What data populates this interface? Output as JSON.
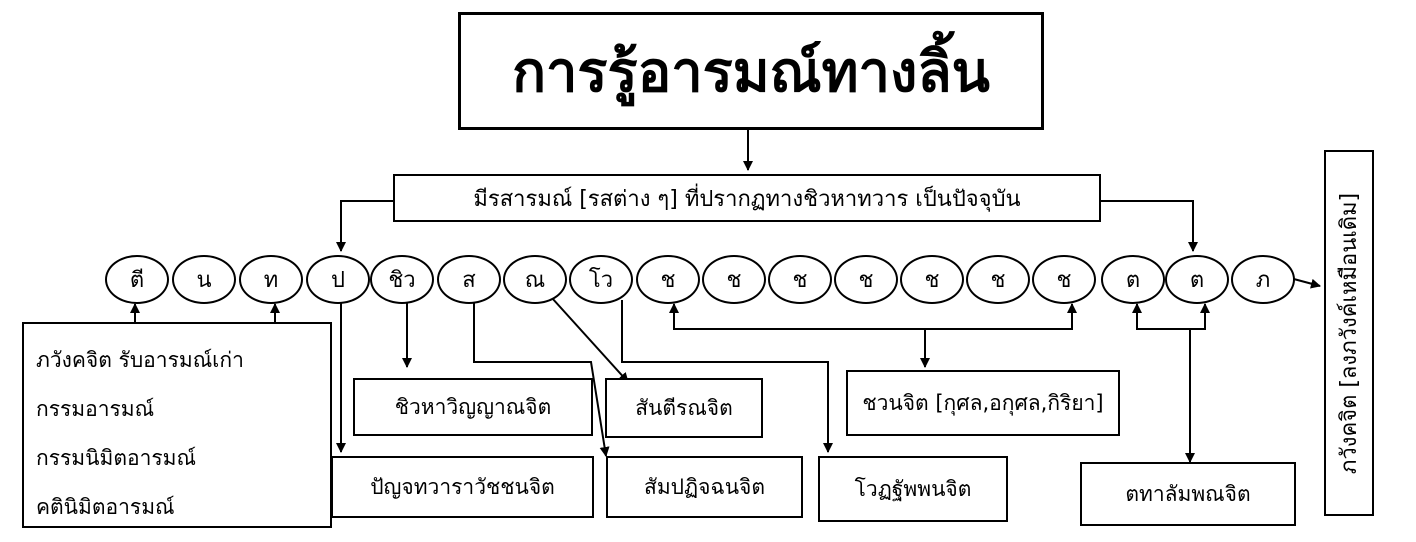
{
  "title": "การรู้อารมณ์ทางลิ้น",
  "input_label": "มีรสารมณ์ [รสต่าง ๆ] ที่ปรากฏทางชิวหาทวาร เป็นปัจจุบัน",
  "left_box": {
    "lines": [
      "ภวังคจิต รับอารมณ์เก่า",
      "กรรมอารมณ์",
      "กรรมนิมิตอารมณ์",
      "คตินิมิตอารมณ์"
    ]
  },
  "vertical_label": "ภวังคจิต [ลงภวังค์เหมือนเดิม]",
  "circles": [
    "ตี",
    "น",
    "ท",
    "ป",
    "ชิว",
    "ส",
    "ณ",
    "โว",
    "ช",
    "ช",
    "ช",
    "ช",
    "ช",
    "ช",
    "ช",
    "ต",
    "ต",
    "ภ"
  ],
  "boxes": {
    "pancadvara": "ปัญจทวาราวัชชนจิต",
    "jivha": "ชิวหาวิญญาณจิต",
    "sampaticchana": "สัมปฏิจฉนจิต",
    "santirana": "สันตีรณจิต",
    "votthapana": "โวฏฐัพพนจิต",
    "javana": "ชวนจิต [กุศล,อกุศล,กิริยา]",
    "tadalambana": "ตทาลัมพณจิต"
  }
}
